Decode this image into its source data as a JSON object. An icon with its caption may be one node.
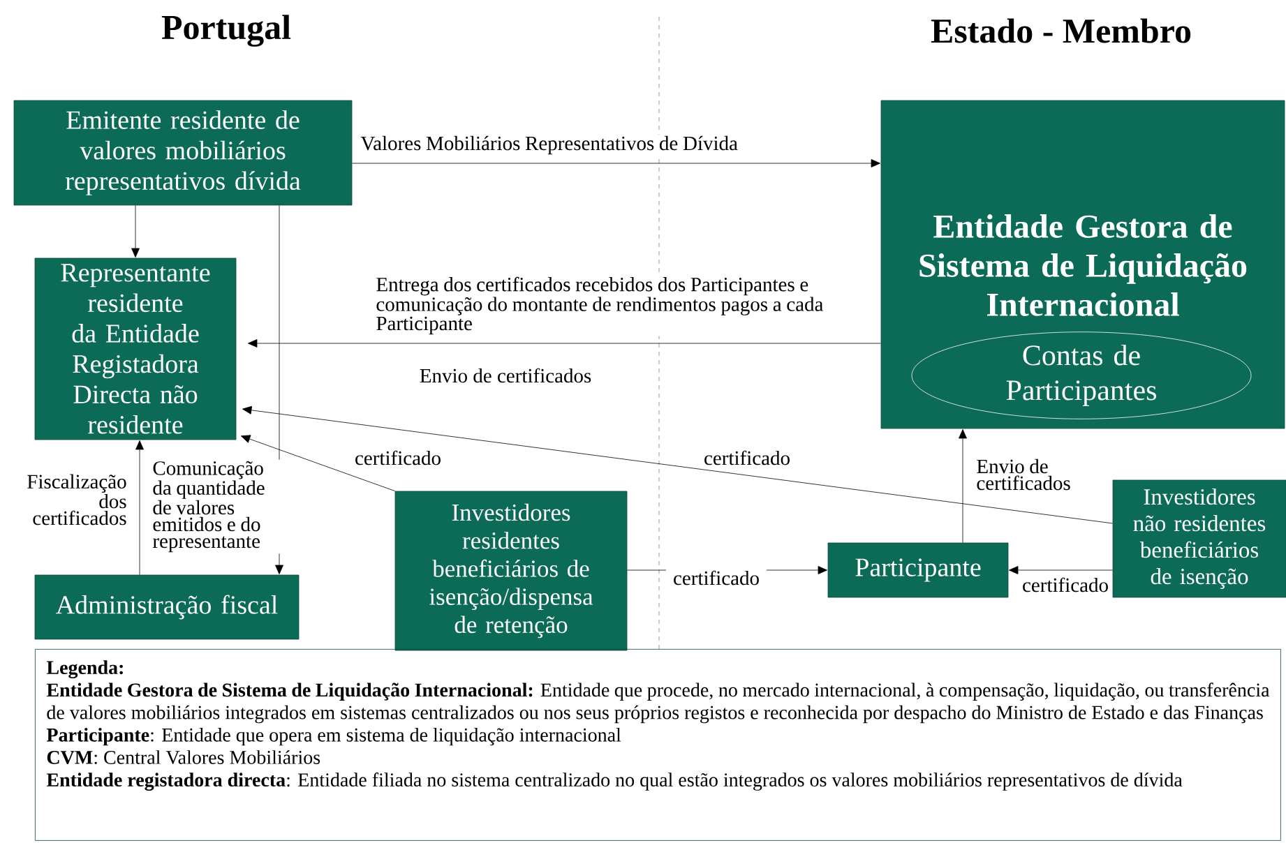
{
  "diagram": {
    "nodes": [
      {
        "text": [
          "Emitente residente de valores mobiliários representativos dívida"
        ]
      },
      {
        "text": [
          "Representante residente da Entidade Registadora Directa não residente"
        ]
      },
      {
        "text": [
          "Administração fiscal"
        ]
      },
      {
        "text": [
          "Investidores residentes beneficiários de isenção/dispensa de retenção"
        ]
      },
      {
        "text": [
          "Entidade Gestora de Sistema de Liquidação Internacional"
        ]
      },
      {
        "text": [
          "Contas de Participantes"
        ],
        "in": 4
      },
      {
        "text": [
          "Participante"
        ]
      },
      {
        "text": [
          "Investidores não residentes beneficiários de isenção"
        ]
      },
      {
        "text": [
          "Legenda:",
          "**Entidade Gestora de Sistema de Liquidação Internacional:** Entidade que procede, no mercado internacional, à compensação, liquidação, ou transferência de valores mobiliários integrados em sistemas centralizados ou nos seus próprios registos e reconhecida por despacho do Ministro de Estado e das Finanças",
          "**Participante**: Entidade que opera em sistema de liquidação internacional",
          "**CVM**: Central Valores Mobiliários",
          "**Entidade registadora directa**: Entidade filiada no sistema centralizado no qual estão integrados os valores mobiliários representativos de dívida"
        ]
      }
    ],
    "edges": [
      {
        "from": 0,
        "to": 4,
        "arrow": "to",
        "label": "Valores Mobiliários Representativos de Dívida"
      },
      {
        "from": 0,
        "to": 1,
        "arrow": "to"
      },
      {
        "from": 0,
        "to": 2,
        "arrow": "to",
        "label": "Comunicação da quantidade de valores emitidos e do representante"
      },
      {
        "from": 4,
        "to": 1,
        "arrow": "to",
        "label": "Entrega dos certificados recebidos dos Participantes e comunicação do montante de rendimentos pagos a cada Participante"
      },
      {
        "from": 2,
        "to": 1,
        "arrow": "to",
        "label": "Fiscalização dos certificados"
      },
      {
        "from": 3,
        "to": 1,
        "arrow": "to",
        "label": "certificado"
      },
      {
        "from": 7,
        "to": 1,
        "arrow": "to",
        "label": "certificado"
      },
      {
        "from": 3,
        "to": 6,
        "arrow": "to",
        "label": "certificado"
      },
      {
        "from": 7,
        "to": 6,
        "arrow": "to",
        "label": "certificado"
      },
      {
        "from": 6,
        "to": 4,
        "arrow": "to",
        "label": "Envio de certificados"
      }
    ],
    "labels": [
      "Portugal",
      "Estado - Membro",
      "Envio de certificados"
    ]
  }
}
